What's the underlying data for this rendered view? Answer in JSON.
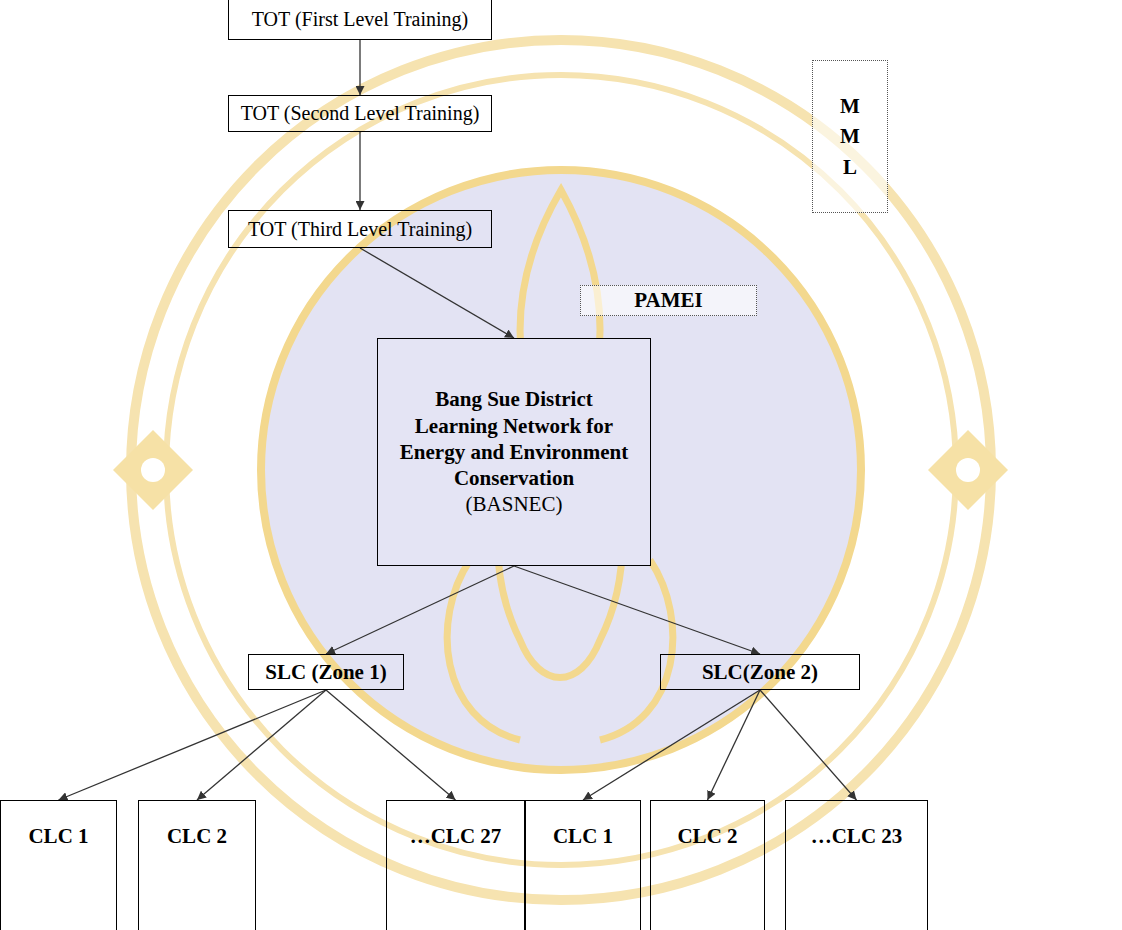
{
  "diagram": {
    "nodes": [
      {
        "text": [
          "TOT (First Level Training)"
        ]
      },
      {
        "text": [
          "TOT (Second Level Training)"
        ]
      },
      {
        "text": [
          "TOT (Third Level Training)"
        ]
      },
      {
        "text": [
          "MML"
        ]
      },
      {
        "text": [
          "PAMEI"
        ]
      },
      {
        "text": [
          "Bang Sue District Learning Network for Energy and Environment Conservation",
          "(BASNEC)"
        ]
      },
      {
        "text": [
          "SLC (Zone 1)"
        ]
      },
      {
        "text": [
          "SLC(Zone 2)"
        ]
      },
      {
        "text": [
          "CLC 1"
        ]
      },
      {
        "text": [
          "CLC 2"
        ]
      },
      {
        "text": [
          "…CLC 27"
        ]
      },
      {
        "text": [
          "CLC 1"
        ]
      },
      {
        "text": [
          "CLC 2"
        ]
      },
      {
        "text": [
          "…CLC 23"
        ]
      }
    ],
    "edges": [
      {
        "from": 0,
        "to": 1,
        "arrow": "to"
      },
      {
        "from": 1,
        "to": 2,
        "arrow": "to"
      },
      {
        "from": 2,
        "to": 5,
        "arrow": "to"
      },
      {
        "from": 5,
        "to": 6,
        "arrow": "to"
      },
      {
        "from": 5,
        "to": 7,
        "arrow": "to"
      },
      {
        "from": 6,
        "to": 8,
        "arrow": "to"
      },
      {
        "from": 6,
        "to": 9,
        "arrow": "to"
      },
      {
        "from": 6,
        "to": 10,
        "arrow": "to"
      },
      {
        "from": 7,
        "to": 11,
        "arrow": "to"
      },
      {
        "from": 7,
        "to": 12,
        "arrow": "to"
      },
      {
        "from": 7,
        "to": 13,
        "arrow": "to"
      }
    ]
  }
}
